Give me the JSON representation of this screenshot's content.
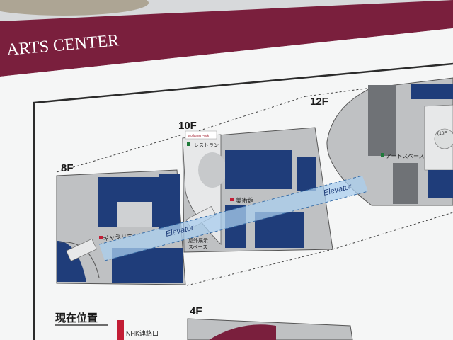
{
  "header": {
    "title": "ARTS CENTER",
    "band_color": "#7a1f3d"
  },
  "floors": {
    "f8": {
      "label": "8F",
      "room_gallery": "ギャラリー"
    },
    "f10": {
      "label": "10F",
      "room_restaurant": "レストラン",
      "room_museum": "美術館",
      "outdoor_line1": "屋外展示",
      "outdoor_line2": "スペース",
      "sign_text": "Wolfgang Puck"
    },
    "f12": {
      "label": "12F",
      "room_art_space": "アートスペース",
      "room_10f_ref": "(10F"
    },
    "f4": {
      "label": "4F"
    }
  },
  "elevator": {
    "label_upper": "Elevator",
    "label_lower": "Elevator"
  },
  "current_location": {
    "title": "現在位置",
    "nhk_text": "NHK連絡口"
  },
  "colors": {
    "navy": "#1f3d7a",
    "gray": "#b9bbbd",
    "dark_gray": "#6f7276",
    "elevator_blue": "#a9cdee",
    "maroon": "#7a1f3d"
  }
}
